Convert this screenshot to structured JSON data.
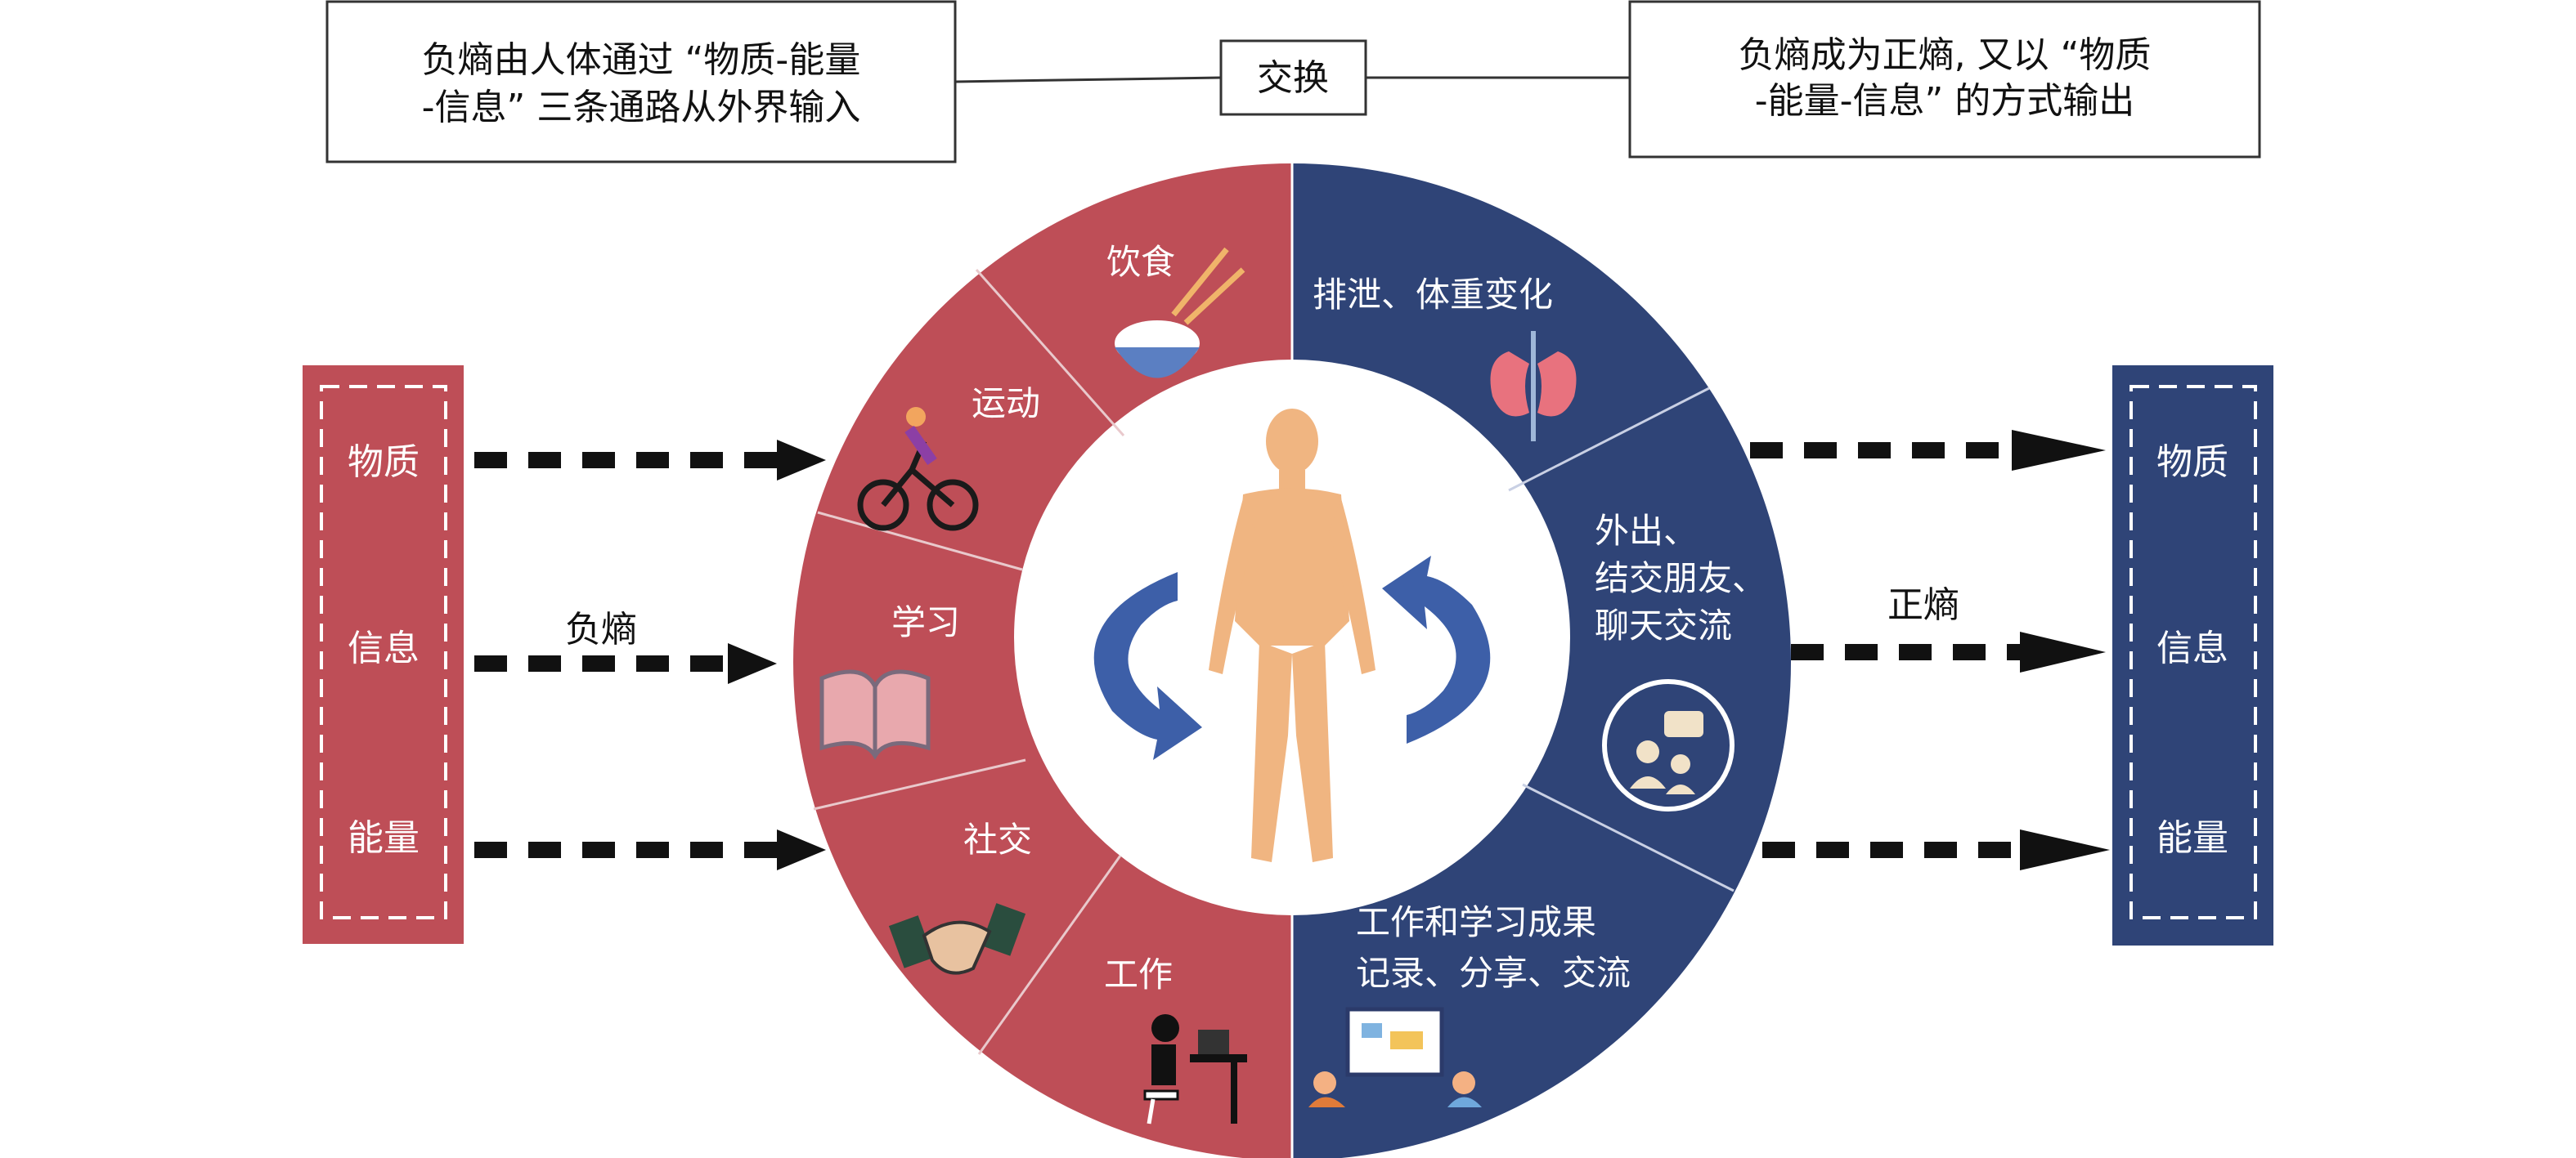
{
  "top": {
    "left_box": [
      "负熵由人体通过 “物质-能量",
      "-信息” 三条通路从外界输入"
    ],
    "center_box": "交换",
    "right_box": [
      "负熵成为正熵, 又以 “物质",
      "-能量-信息” 的方式输出"
    ]
  },
  "left_panel": {
    "items": [
      "物质",
      "信息",
      "能量"
    ],
    "color": "#be4e57"
  },
  "right_panel": {
    "items": [
      "物质",
      "信息",
      "能量"
    ],
    "color": "#2f4477"
  },
  "arrows": {
    "left_label": "负熵",
    "right_label": "正熵"
  },
  "ring": {
    "left_color": "#be4e57",
    "right_color": "#2f4477",
    "left_segments": [
      "饮食",
      "运动",
      "学习",
      "社交",
      "工作"
    ],
    "right_segments": [
      [
        "排泄、体重变化"
      ],
      [
        "外出、",
        "结交朋友、",
        "聊天交流"
      ],
      [
        "工作和学习成果",
        "记录、分享、交流"
      ]
    ]
  },
  "icons": [
    "rice-bowl-icon",
    "cyclist-icon",
    "book-icon",
    "handshake-icon",
    "office-worker-icon",
    "kidney-icon",
    "chat-people-icon",
    "team-whiteboard-icon",
    "human-body-icon",
    "cycle-arrow-icon"
  ]
}
